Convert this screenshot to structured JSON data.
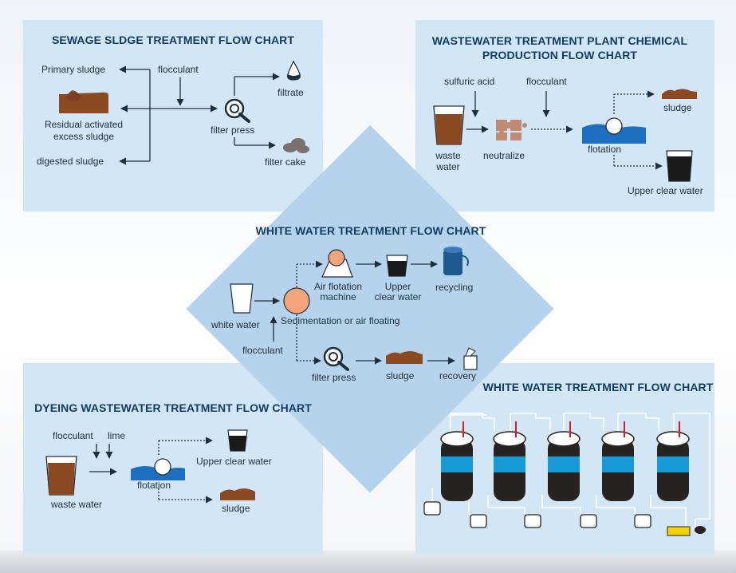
{
  "sewage": {
    "title": "SEWAGE SLDGE TREATMENT FLOW CHART",
    "primary_sludge": "Primary sludge",
    "residual": "Residual activated\nexcess sludge",
    "digested": "digested sludge",
    "flocculant": "flocculant",
    "filter_press": "filter press",
    "filtrate": "filtrate",
    "filter_cake": "filter cake"
  },
  "wastewater_chem": {
    "title": "WASTEWATER TREATMENT PLANT CHEMICAL\nPRODUCTION FLOW CHART",
    "sulfuric_acid": "sulfuric acid",
    "flocculant": "flocculant",
    "waste_water": "waste\nwater",
    "neutralize": "neutralize",
    "flotation": "flotation",
    "sludge": "sludge",
    "upper_clear_water": "Upper clear water"
  },
  "white_center": {
    "title": "WHITE WATER TREATMENT FLOW CHART",
    "white_water": "white water",
    "air_flotation_machine": "Air flotation\nmachine",
    "upper_clear_water": "Upper\nclear water",
    "recycling": "recycling",
    "sedimentation": "Sedimentation or air floating",
    "flocculant": "flocculant",
    "filter_press": "filter press",
    "sludge": "sludge",
    "recovery": "recovery"
  },
  "dyeing": {
    "title": "DYEING WASTEWATER TREATMENT FLOW CHART",
    "flocculant": "flocculant",
    "lime": "lime",
    "waste_water": "waste water",
    "flotation": "flotation",
    "upper_clear_water": "Upper clear water",
    "sludge": "sludge"
  },
  "white_right": {
    "title": "WHITE WATER TREATMENT FLOW CHART"
  },
  "colors": {
    "panel": "#d3e6f6",
    "diamond": "#b6d3ee",
    "title": "#0f3d63",
    "brown_water": "#8b4a22",
    "orange_ball": "#f4a47a",
    "flotation_blue": "#1c6fc0",
    "dark_navy": "#1e5a8e",
    "tank_black": "#262320",
    "tank_blue": "#169bd8",
    "valve_red": "#d61b2a",
    "pump_yellow": "#f2d40b"
  }
}
